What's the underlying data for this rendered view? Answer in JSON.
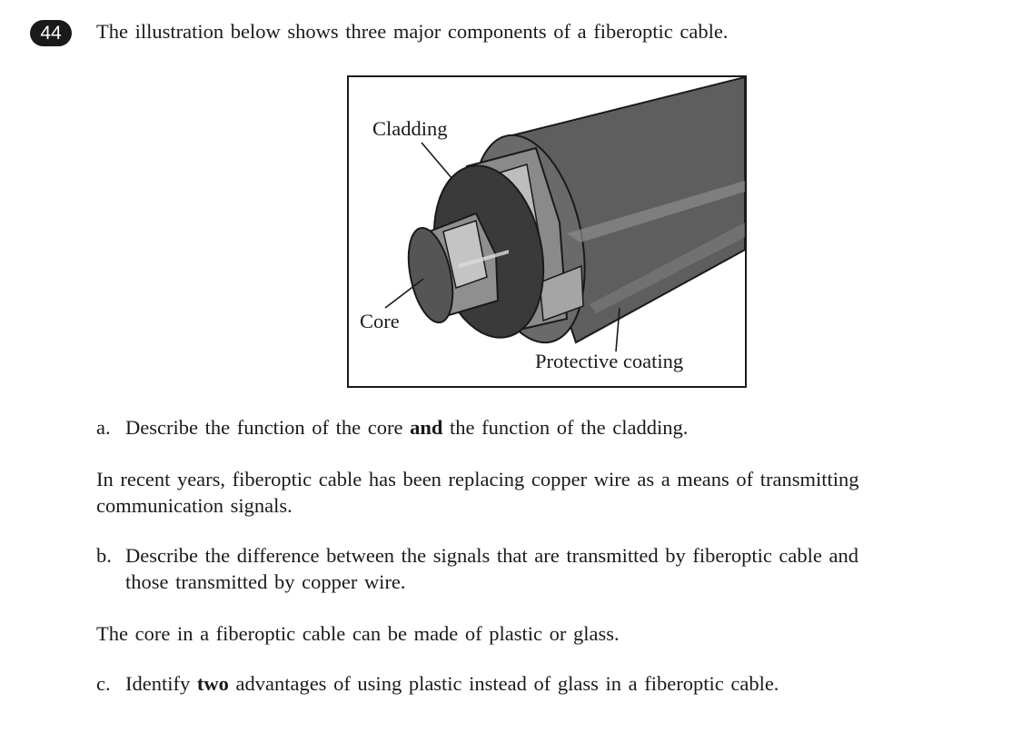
{
  "question": {
    "number": "44",
    "intro": "The illustration below shows three major components of a fiberoptic cable."
  },
  "figure": {
    "labels": {
      "cladding": "Cladding",
      "core": "Core",
      "coating": "Protective coating"
    },
    "colors": {
      "coating": "#5e5e5e",
      "cladding_ring": "#3a3a3a",
      "core": "#555555",
      "light_band": "#bdbdbd"
    }
  },
  "parts": {
    "a": {
      "letter": "a.",
      "text1": "Describe the function of the core ",
      "bold": "and",
      "text2": " the function of the cladding."
    },
    "context1": {
      "line1": "In recent years, fiberoptic cable has been replacing copper wire as a means of transmitting",
      "line2": "communication signals."
    },
    "b": {
      "letter": "b.",
      "line1": "Describe the difference between the signals that are transmitted by fiberoptic cable and",
      "line2": "those transmitted by copper wire."
    },
    "context2": {
      "line1": "The core in a fiberoptic cable can be made of plastic or glass."
    },
    "c": {
      "letter": "c.",
      "text1": "Identify ",
      "bold": "two",
      "text2": " advantages of using plastic instead of glass in a fiberoptic cable."
    }
  }
}
